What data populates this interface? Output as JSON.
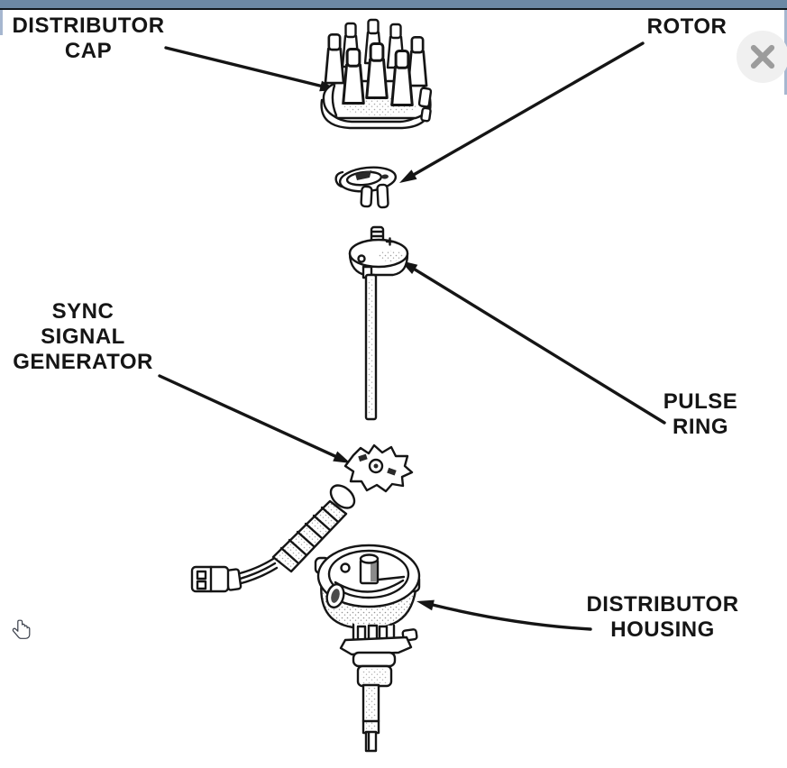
{
  "window": {
    "topbar_color": "#6c88a5",
    "edge_strip_color": "#a6b7d0",
    "close_button": {
      "label": "Close",
      "bg": "#f0f0f0",
      "icon_color": "#9c9c9c"
    }
  },
  "diagram": {
    "type": "exploded-parts-diagram",
    "subject": "distributor assembly",
    "ink_color": "#151515",
    "labels": {
      "distributor_cap": "DISTRIBUTOR\nCAP",
      "rotor": "ROTOR",
      "pulse_ring": "PULSE\nRING",
      "sync_signal_generator": "SYNC\nSIGNAL\nGENERATOR",
      "distributor_housing": "DISTRIBUTOR\nHOUSING"
    }
  },
  "cursor": {
    "type": "hand-pointer"
  }
}
